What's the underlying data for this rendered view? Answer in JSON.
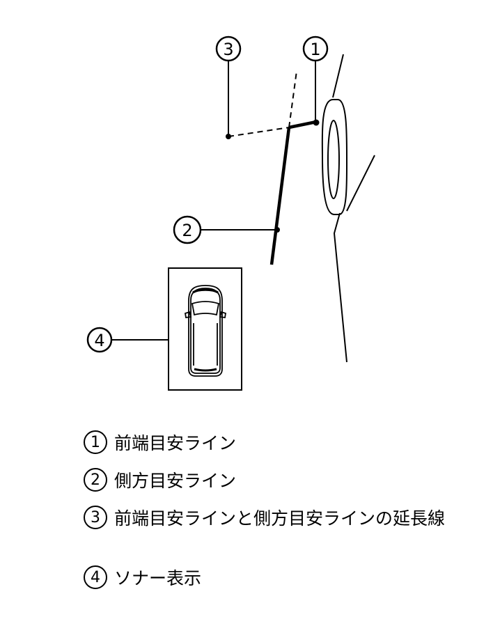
{
  "callouts": {
    "c1": "1",
    "c2": "2",
    "c3": "3",
    "c4": "4"
  },
  "legend": [
    {
      "num": "1",
      "text": "前端目安ライン"
    },
    {
      "num": "2",
      "text": "側方目安ライン"
    },
    {
      "num": "3",
      "text": "前端目安ラインと側方目安ラインの延長線"
    },
    {
      "num": "4",
      "text": "ソナー表示"
    }
  ]
}
